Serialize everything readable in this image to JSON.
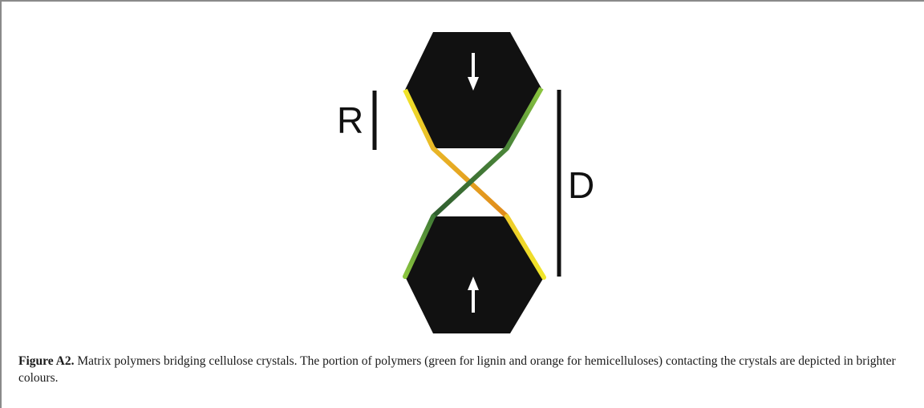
{
  "diagram": {
    "label_r": "R",
    "label_d": "D",
    "colors": {
      "crystal": "#111111",
      "arrow": "#ffffff",
      "lignin_bright": "#8cc63f",
      "lignin_dark": "#2f5d2f",
      "hemicellulose_bright": "#f0e62a",
      "hemicellulose_dark": "#e08a1a"
    },
    "icons": {
      "top_arrow": "arrow-down-icon",
      "bottom_arrow": "arrow-up-icon"
    }
  },
  "caption": {
    "label": "Figure A2.",
    "text": " Matrix polymers bridging cellulose crystals. The portion of polymers (green for lignin and orange for hemicelluloses) contacting the crystals are depicted in brighter colours."
  }
}
